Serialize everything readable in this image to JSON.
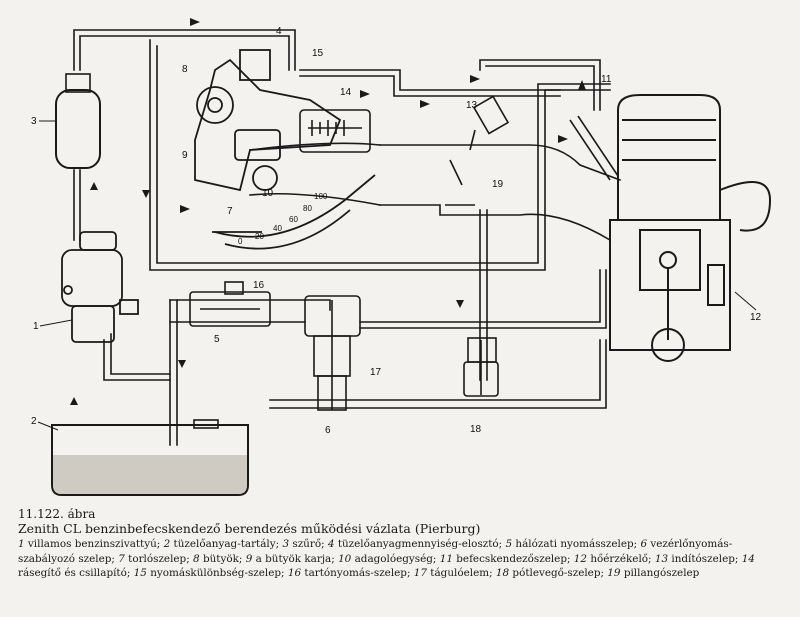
{
  "figure": {
    "number": "11.122. ábra",
    "title": "Zenith CL benzinbefecskendező berendezés működési vázlata (Pierburg)"
  },
  "legend": [
    {
      "num": "1",
      "text": "villamos benzinszivattyú;"
    },
    {
      "num": "2",
      "text": "tüzelőanyag-tartály;"
    },
    {
      "num": "3",
      "text": "szűrő;"
    },
    {
      "num": "4",
      "text": "tüzelőanyagmennyiség-elosztó;"
    },
    {
      "num": "5",
      "text": "hálózati nyomásszelep;"
    },
    {
      "num": "6",
      "text": "vezérlőnyomás-szabályozó szelep;"
    },
    {
      "num": "7",
      "text": "torlószelep;"
    },
    {
      "num": "8",
      "text": "bütyök;"
    },
    {
      "num": "9",
      "text": "a bütyök karja;"
    },
    {
      "num": "10",
      "text": "adagolóegység;"
    },
    {
      "num": "11",
      "text": "befecskendezőszelep;"
    },
    {
      "num": "12",
      "text": "hőérzékelő;"
    },
    {
      "num": "13",
      "text": "indítószelep;"
    },
    {
      "num": "14",
      "text": "rásegítő és csillapító;"
    },
    {
      "num": "15",
      "text": "nyomáskülönbség-szelep;"
    },
    {
      "num": "16",
      "text": "tartónyomás-szelep;"
    },
    {
      "num": "17",
      "text": "tágulóelem;"
    },
    {
      "num": "18",
      "text": "pótlevegő-szelep;"
    },
    {
      "num": "19",
      "text": "pillangószelep"
    }
  ],
  "callouts": [
    "1",
    "2",
    "3",
    "4",
    "5",
    "6",
    "7",
    "8",
    "9",
    "10",
    "11",
    "12",
    "13",
    "14",
    "15",
    "16",
    "17",
    "18",
    "19"
  ],
  "scale_ticks": [
    "0",
    "20",
    "40",
    "60",
    "80",
    "100"
  ],
  "colors": {
    "ink": "#1a1a1a",
    "paper": "#f4f2ee",
    "tank_fill": "#cfcac2"
  }
}
